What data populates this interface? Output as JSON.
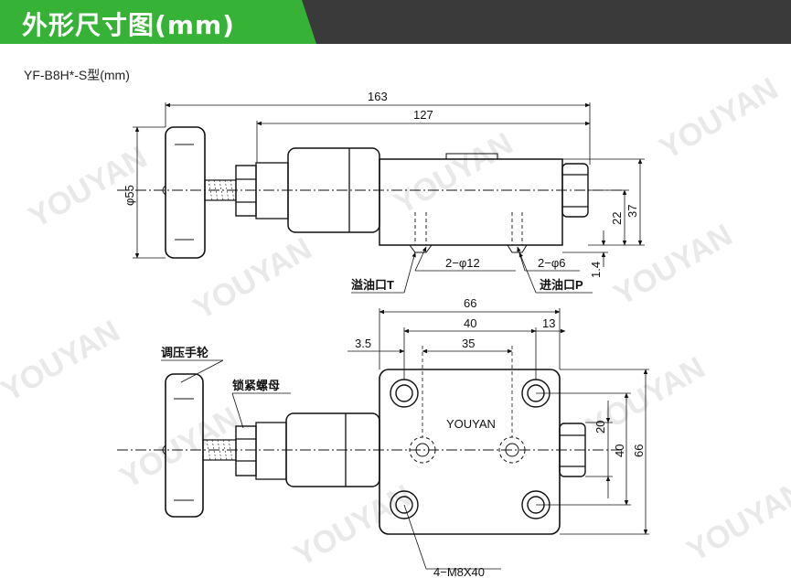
{
  "header": {
    "title": "外形尺寸图(mm)"
  },
  "model_label": "YF-B8H*-S型(mm)",
  "watermark": "YOUYAN",
  "top_view": {
    "dim_overall": "163",
    "dim_body": "127",
    "dim_diameter": "φ55",
    "dim_22": "22",
    "dim_37": "37",
    "dim_1_4": "1.4",
    "dim_2phi12": "2−φ12",
    "dim_2phi6": "2−φ6",
    "label_overflow_port": "溢油口T",
    "label_inlet_port": "进油口P"
  },
  "bottom_view": {
    "dim_66_top": "66",
    "dim_40_top": "40",
    "dim_13": "13",
    "dim_35": "35",
    "dim_3_5": "3.5",
    "dim_20": "20",
    "dim_40_side": "40",
    "dim_66_side": "66",
    "brand_label": "YOUYAN",
    "label_handwheel": "调压手轮",
    "label_locknut": "锁紧螺母",
    "label_bolts": "4−M8X40"
  },
  "colors": {
    "header_green": "#36b236",
    "header_dark": "#3a3a3a"
  }
}
